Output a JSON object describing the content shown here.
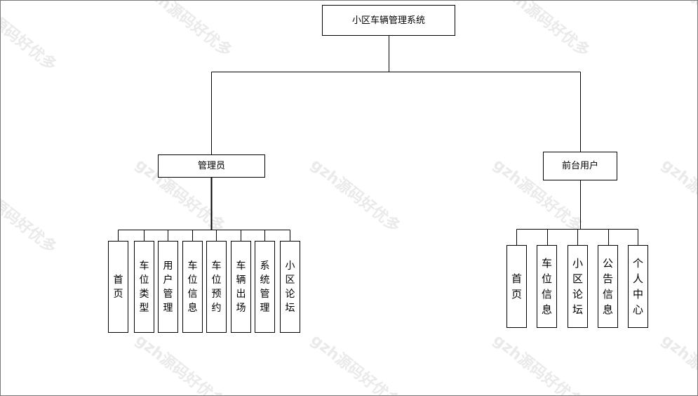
{
  "root": {
    "label": "小区车辆管理系统"
  },
  "admin": {
    "label": "管理员",
    "children": [
      "首页",
      "车位类型",
      "用户管理",
      "车位信息",
      "车位预约",
      "车辆出场",
      "系统管理",
      "小区论坛"
    ]
  },
  "frontend": {
    "label": "前台用户",
    "children": [
      "首页",
      "车位信息",
      "小区论坛",
      "公告信息",
      "个人中心"
    ]
  },
  "watermark": {
    "text": "gzh源码好优多"
  },
  "colors": {
    "line": "#000000",
    "border": "#7a7a7a",
    "watermark": "#a0a0a0"
  }
}
